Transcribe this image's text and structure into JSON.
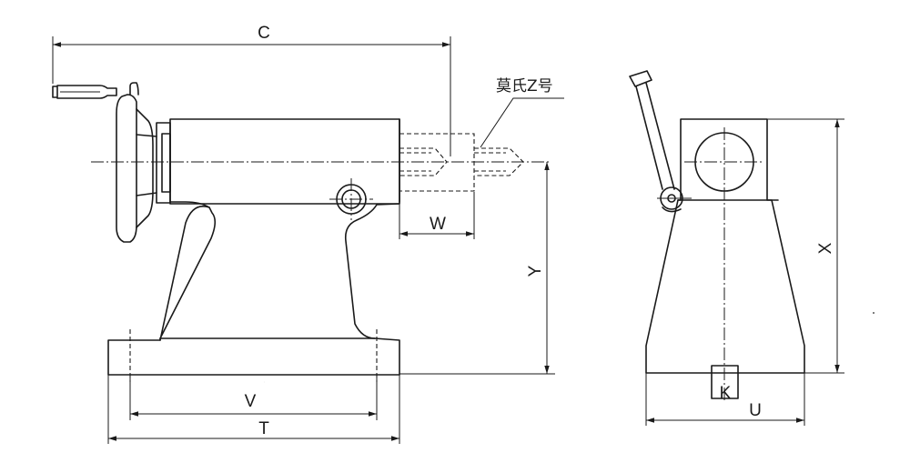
{
  "labels": {
    "c": "C",
    "morse": "莫氏Z号",
    "w": "W",
    "y": "Y",
    "v": "V",
    "t": "T",
    "x": "X",
    "k": "K",
    "u": "U"
  }
}
